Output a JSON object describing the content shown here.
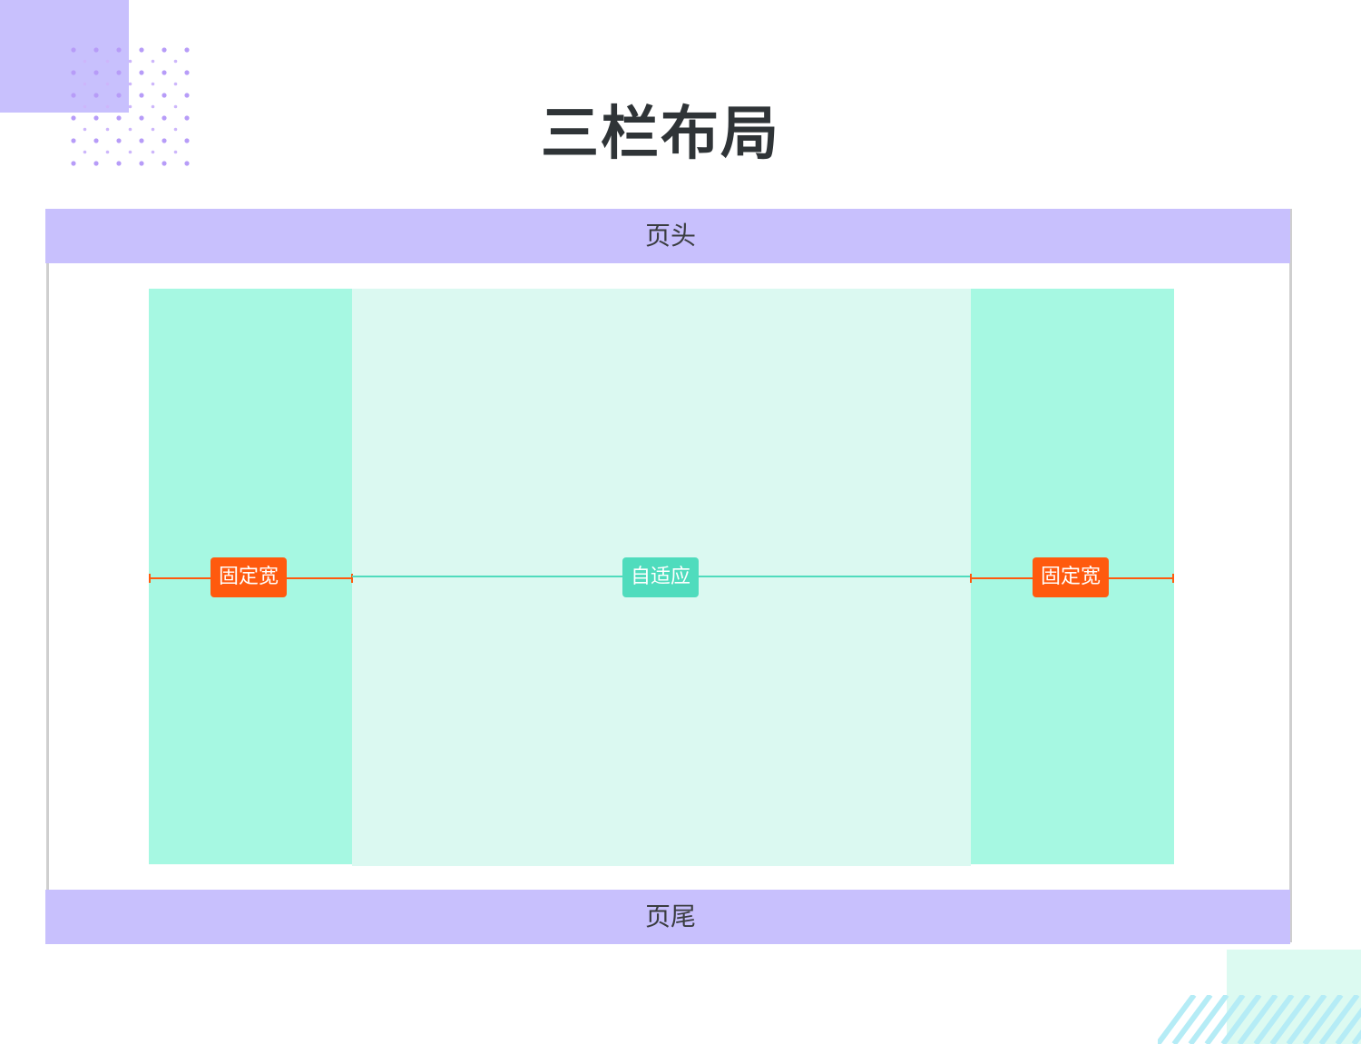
{
  "title": "三栏布局",
  "header": {
    "label": "页头"
  },
  "footer": {
    "label": "页尾"
  },
  "columns": {
    "left": {
      "tag": "固定宽"
    },
    "middle": {
      "tag": "自适应"
    },
    "right": {
      "tag": "固定宽"
    }
  },
  "colors": {
    "header_footer": "#c8c0fd",
    "side_column": "#a6f8e2",
    "middle_column": "#dbf9f1",
    "fixed_tag": "#ff5a0e",
    "fluid_tag": "#4fdcbd",
    "title_text": "#2f3437"
  }
}
